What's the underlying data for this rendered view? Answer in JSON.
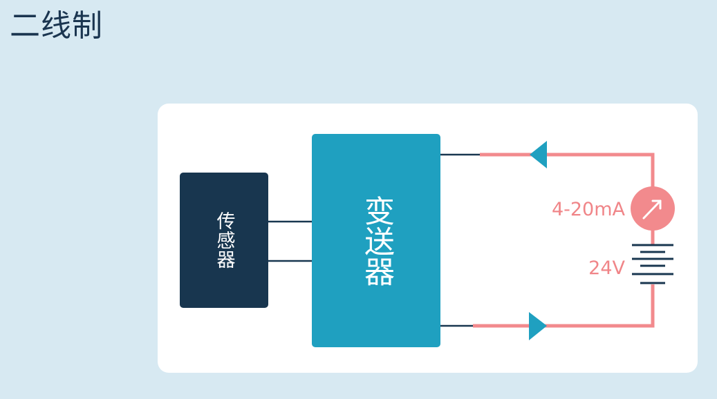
{
  "page": {
    "title": "二线制"
  },
  "diagram": {
    "sensor_label": "传感器",
    "transmitter_label": "变送器",
    "current_label": "4-20mA",
    "voltage_label": "24V",
    "colors": {
      "background": "#d7e9f2",
      "card": "#ffffff",
      "sensor_block": "#18364f",
      "transmitter_block": "#1fa0c0",
      "current_loop": "#f28a8d",
      "arrow": "#1fa0c0",
      "wire": "#18364f"
    },
    "icons": {
      "meter": "ammeter-icon",
      "battery": "battery-icon",
      "arrow_in": "arrow-left-icon",
      "arrow_out": "arrow-right-icon"
    }
  }
}
